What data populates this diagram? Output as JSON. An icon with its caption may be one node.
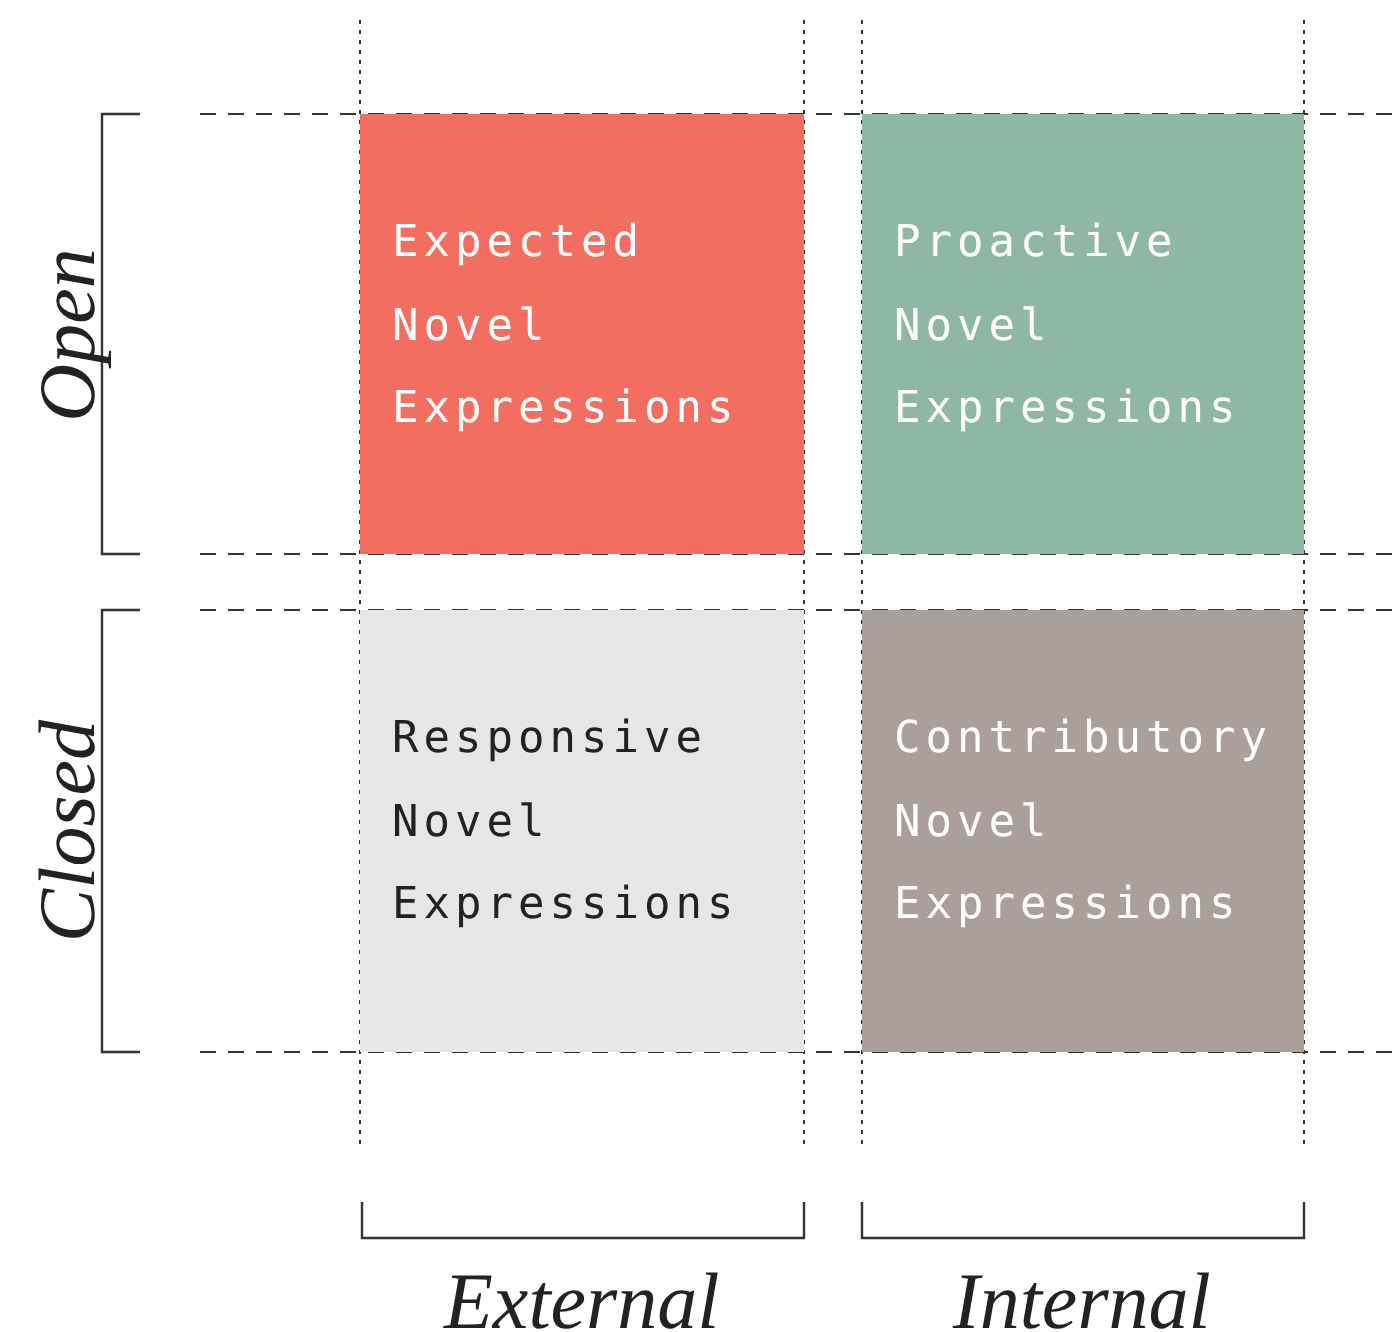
{
  "diagram": {
    "nodes": [
      {
        "text": [
          "Expected Novel Expressions"
        ]
      },
      {
        "text": [
          "Proactive Novel Expressions"
        ]
      },
      {
        "text": [
          "Responsive Novel Expressions"
        ]
      },
      {
        "text": [
          "Contributory Novel Expressions"
        ]
      }
    ],
    "labels": [
      "Open",
      "Closed",
      "External",
      "Internal"
    ]
  }
}
